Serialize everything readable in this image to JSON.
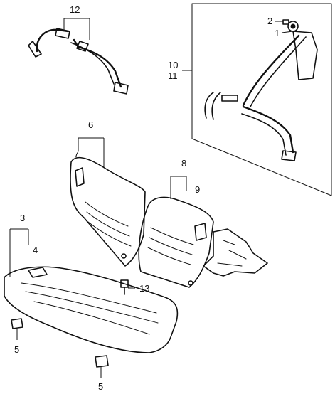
{
  "callouts": {
    "c1": "1",
    "c2": "2",
    "c3": "3",
    "c4": "4",
    "c5a": "5",
    "c5b": "5",
    "c6": "6",
    "c7": "7",
    "c8": "8",
    "c9": "9",
    "c10": "10",
    "c11": "11",
    "c12": "12",
    "c13": "13"
  }
}
